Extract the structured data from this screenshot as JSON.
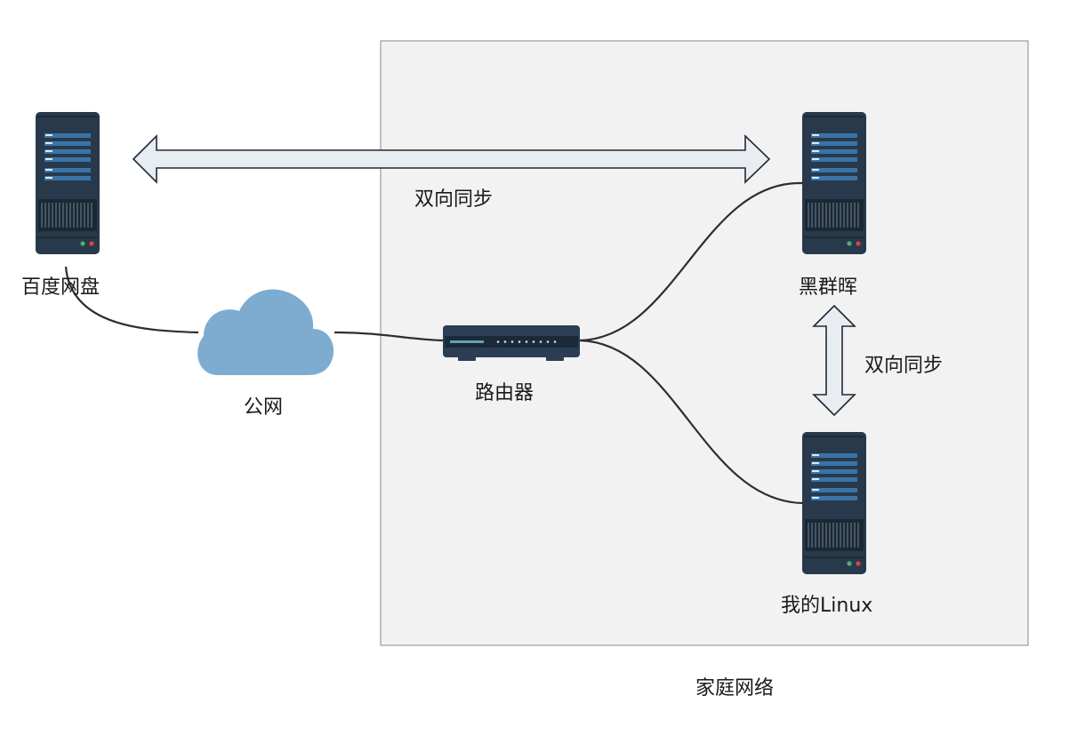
{
  "labels": {
    "baidu": "百度网盘",
    "synology": "黑群晖",
    "my_linux": "我的Linux",
    "public_net": "公网",
    "router": "路由器",
    "sync_top": "双向同步",
    "sync_right": "双向同步",
    "home_network": "家庭网络"
  },
  "colors": {
    "server_body": "#27394a",
    "server_bar": "#3a74a8",
    "cloud": "#7dacd0",
    "router_body": "#2b3e53",
    "router_led": "#e5b66a",
    "group_fill": "#f2f2f2",
    "group_border": "#8a8a8a",
    "arrow_fill": "#e8edf2",
    "arrow_stroke": "#1f2a36",
    "cable": "#2e2e2e"
  },
  "icons": {
    "server": "server-icon",
    "cloud": "cloud-icon",
    "router": "router-icon"
  }
}
